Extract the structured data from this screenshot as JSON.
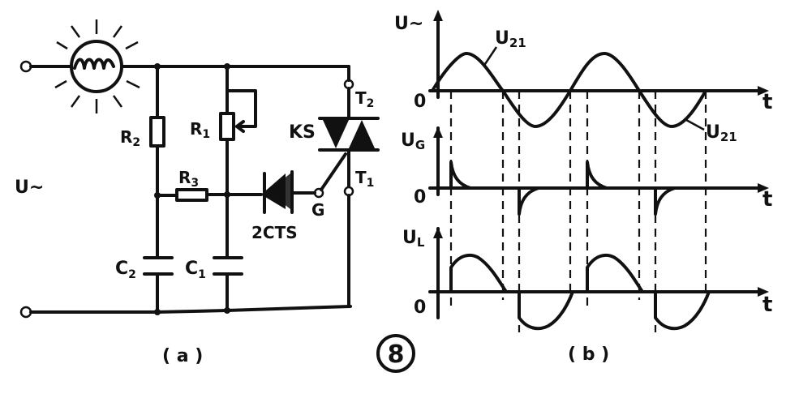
{
  "circuit": {
    "resistor_r2": "R",
    "resistor_r2_sub": "2",
    "resistor_r1": "R",
    "resistor_r1_sub": "1",
    "resistor_r3": "R",
    "resistor_r3_sub": "3",
    "capacitor_c2": "C",
    "capacitor_c2_sub": "2",
    "capacitor_c1": "C",
    "capacitor_c1_sub": "1",
    "triac": "KS",
    "terminal_t2": "T",
    "terminal_t2_sub": "2",
    "terminal_t1": "T",
    "terminal_t1_sub": "1",
    "gate": "G",
    "diac": "2CTS",
    "source": "U~",
    "caption": "( a )"
  },
  "waveforms": {
    "axis_u": "U~",
    "axis_ug": "U",
    "axis_ug_sub": "G",
    "axis_ul": "U",
    "axis_ul_sub": "L",
    "curve_label_top": "U",
    "curve_label_top_sub": "21",
    "curve_label_bottom": "U",
    "curve_label_bottom_sub": "21",
    "time_label": "t",
    "zero_label": "0",
    "caption": "( b )"
  },
  "figure_number": "8"
}
